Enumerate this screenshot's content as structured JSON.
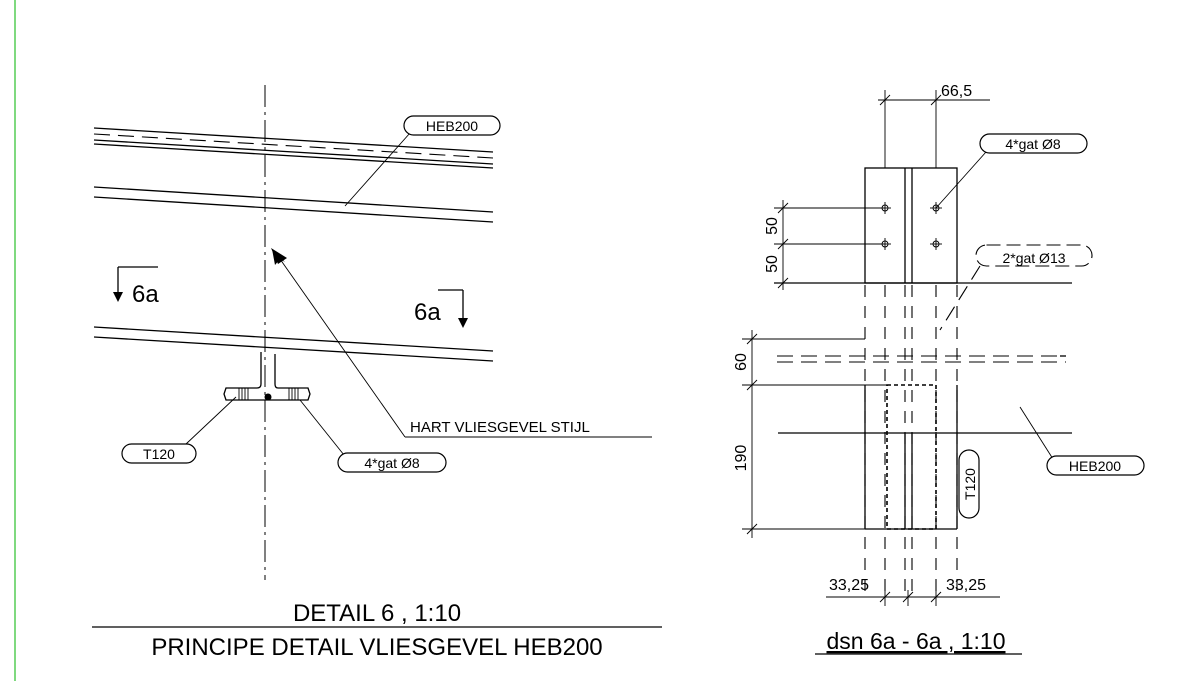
{
  "accent_color": "#7fd97f",
  "left_view": {
    "callout_beam": "HEB200",
    "callout_tee": "T120",
    "callout_holes": "4*gat Ø8",
    "axis_label": "HART VLIESGEVEL STIJL",
    "section_marker_left": "6a",
    "section_marker_right": "6a",
    "title_line1": "DETAIL 6 , 1:10",
    "title_line2": "PRINCIPE DETAIL VLIESGEVEL HEB200"
  },
  "right_view": {
    "dim_top_width": "66,5",
    "callout_holes": "4*gat Ø8",
    "callout_bolts": "2*gat Ø13",
    "dim_hole_spacing_1": "50",
    "dim_hole_spacing_2": "50",
    "dim_top_offset": "60",
    "dim_height": "190",
    "callout_beam": "HEB200",
    "callout_tee": "T120",
    "dim_left_flange": "33,25",
    "dim_right_flange": "33,25",
    "title": "dsn 6a - 6a , 1:10"
  }
}
